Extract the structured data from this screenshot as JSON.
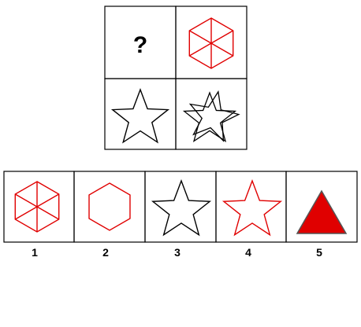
{
  "matrix": {
    "question_mark": "?",
    "cells": [
      {
        "position": "top-left",
        "content": "question-mark"
      },
      {
        "position": "top-right",
        "shape": "hexagon-spokes",
        "color": "#e00000"
      },
      {
        "position": "bottom-left",
        "shape": "star",
        "color": "#000000"
      },
      {
        "position": "bottom-right",
        "shape": "overlapping-stars",
        "color": "#000000"
      }
    ]
  },
  "options": [
    {
      "label": "1",
      "shape": "hexagon-spokes",
      "color": "#e00000"
    },
    {
      "label": "2",
      "shape": "hexagon",
      "color": "#e00000"
    },
    {
      "label": "3",
      "shape": "star",
      "color": "#000000"
    },
    {
      "label": "4",
      "shape": "star",
      "color": "#e00000"
    },
    {
      "label": "5",
      "shape": "triangle-filled",
      "color": "#e00000"
    }
  ]
}
